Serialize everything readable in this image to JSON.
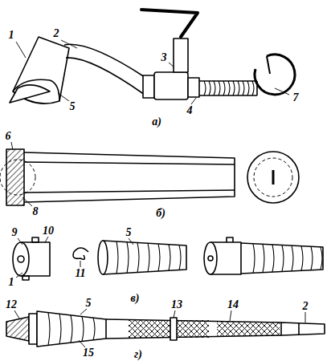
{
  "diagram": {
    "labels": [
      "1",
      "2",
      "3",
      "5",
      "6",
      "а)",
      "4",
      "7",
      "8",
      "б)",
      "9",
      "10",
      "11",
      "5",
      "1",
      "в)",
      "12",
      "5",
      "13",
      "14",
      "2",
      "15",
      "г)"
    ]
  }
}
